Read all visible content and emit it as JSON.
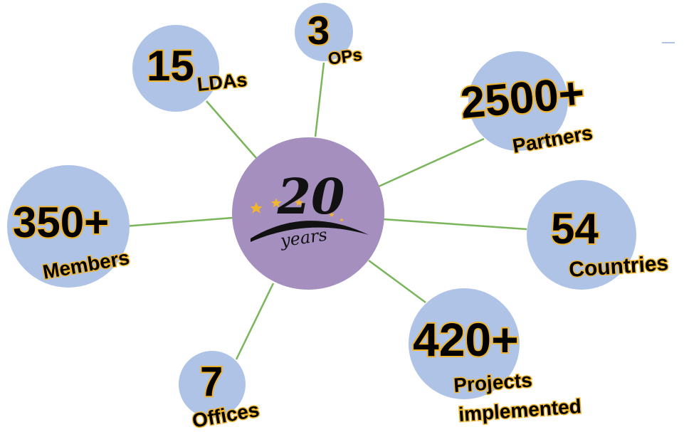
{
  "colors": {
    "line": "#7ab55c",
    "bubble": "#aec3e6",
    "center": "#a58fbf",
    "outline": "#f2b52e",
    "stars": "#f2b52e"
  },
  "center": {
    "number": "20",
    "word": "years",
    "icon": "anniversary-logo"
  },
  "stats": [
    {
      "id": "ldas",
      "number": "15",
      "label": "LDAs"
    },
    {
      "id": "ops",
      "number": "3",
      "label": "OPs"
    },
    {
      "id": "partners",
      "number": "2500+",
      "label": "Partners"
    },
    {
      "id": "countries",
      "number": "54",
      "label": "Countries"
    },
    {
      "id": "projects",
      "number": "420+",
      "label": "Projects",
      "label2": "implemented"
    },
    {
      "id": "offices",
      "number": "7",
      "label": "Offices"
    },
    {
      "id": "members",
      "number": "350+",
      "label": "Members"
    }
  ]
}
